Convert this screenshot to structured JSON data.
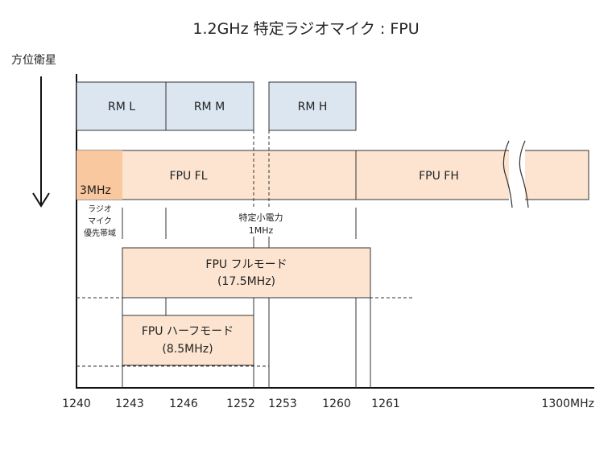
{
  "title": "1.2GHz 特定ラジオマイク : FPU",
  "axis_label": "方位衛星",
  "colors": {
    "rm_fill": "#dce6f0",
    "fpu_fill": "#fce4d0",
    "priority_fill": "#fac89e",
    "line": "#333333"
  },
  "rm_bands": [
    {
      "label": "RM L"
    },
    {
      "label": "RM M"
    },
    {
      "label": "RM H"
    }
  ],
  "fpu_row": {
    "label_fl": "FPU FL",
    "label_fh": "FPU FH",
    "priority_label": "3MHz"
  },
  "priority_note": [
    "ラジオ",
    "マイク",
    "優先帯域"
  ],
  "low_power_note": [
    "特定小電力",
    "1MHz"
  ],
  "full_mode": {
    "line1": "FPU フルモード",
    "line2": "(17.5MHz)"
  },
  "half_mode": {
    "line1": "FPU ハーフモード",
    "line2": "(8.5MHz)"
  },
  "ticks": [
    "1240",
    "1243",
    "1246",
    "1252",
    "1253",
    "1260",
    "1261",
    "1300MHz"
  ]
}
